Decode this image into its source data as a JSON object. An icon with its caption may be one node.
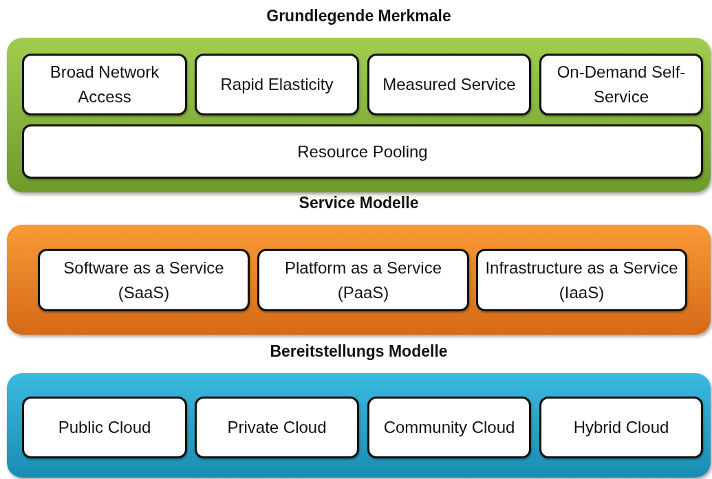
{
  "diagram": {
    "nodes": [
      {
        "text": [
          "Grundlegende Merkmale"
        ]
      },
      {
        "text": [
          "Broad Network Access"
        ],
        "in": 0
      },
      {
        "text": [
          "Rapid Elasticity"
        ],
        "in": 0
      },
      {
        "text": [
          "Measured Service"
        ],
        "in": 0
      },
      {
        "text": [
          "On-Demand Self-Service"
        ],
        "in": 0
      },
      {
        "text": [
          "Resource Pooling"
        ],
        "in": 0
      },
      {
        "text": [
          "Service Modelle"
        ]
      },
      {
        "text": [
          "Software as a Service (SaaS)"
        ],
        "in": 6
      },
      {
        "text": [
          "Platform as a Service (PaaS)"
        ],
        "in": 6
      },
      {
        "text": [
          "Infrastructure as a Service (IaaS)"
        ],
        "in": 6
      },
      {
        "text": [
          "Bereitstellungs Modelle"
        ]
      },
      {
        "text": [
          "Public Cloud"
        ],
        "in": 10
      },
      {
        "text": [
          "Private Cloud"
        ],
        "in": 10
      },
      {
        "text": [
          "Community Cloud"
        ],
        "in": 10
      },
      {
        "text": [
          "Hybrid Cloud"
        ],
        "in": 10
      }
    ]
  }
}
